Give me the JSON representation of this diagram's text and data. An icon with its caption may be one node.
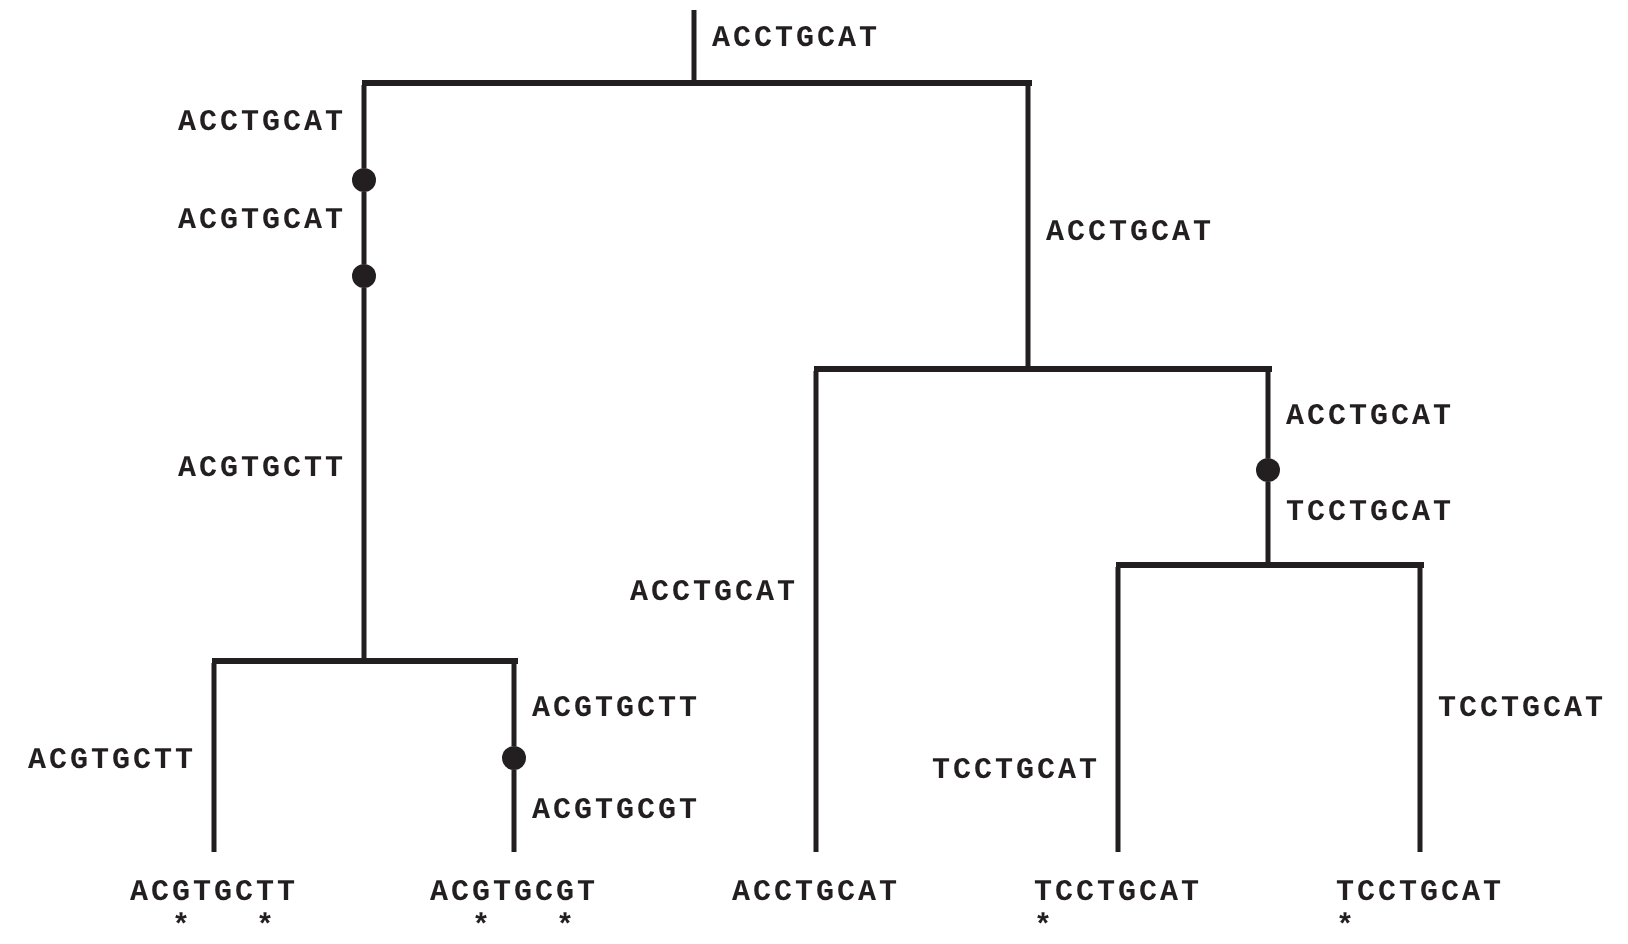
{
  "diagram": {
    "nodes": [
      {
        "text": [],
        "shape": "bar"
      },
      {
        "text": [],
        "shape": "circle"
      },
      {
        "text": [],
        "shape": "circle"
      },
      {
        "text": [],
        "shape": "bar"
      },
      {
        "text": [],
        "shape": "circle"
      },
      {
        "text": [],
        "shape": "bar"
      },
      {
        "text": [],
        "shape": "circle"
      },
      {
        "text": [],
        "shape": "bar"
      },
      {
        "text": [
          "ACGTGCTT"
        ],
        "beside": [
          "*",
          "*"
        ]
      },
      {
        "text": [
          "ACGTGCGT"
        ],
        "beside": [
          "*",
          "*"
        ]
      },
      {
        "text": [
          "ACCTGCAT"
        ]
      },
      {
        "text": [
          "TCCTGCAT"
        ],
        "beside": [
          "*"
        ]
      },
      {
        "text": [
          "TCCTGCAT"
        ],
        "beside": [
          "*"
        ]
      }
    ],
    "edges": [
      {
        "from": null,
        "to": 0,
        "arrow": "none",
        "label": "ACCTGCAT"
      },
      {
        "from": 0,
        "to": 1,
        "arrow": "none",
        "label": "ACCTGCAT"
      },
      {
        "from": 1,
        "to": 2,
        "arrow": "none",
        "label": "ACGTGCAT"
      },
      {
        "from": 2,
        "to": 5,
        "arrow": "none",
        "label": "ACGTGCTT"
      },
      {
        "from": 5,
        "to": 8,
        "arrow": "none",
        "label": "ACGTGCTT"
      },
      {
        "from": 5,
        "to": 6,
        "arrow": "none",
        "label": "ACGTGCTT"
      },
      {
        "from": 6,
        "to": 9,
        "arrow": "none",
        "label": "ACGTGCGT"
      },
      {
        "from": 0,
        "to": 3,
        "arrow": "none",
        "label": "ACCTGCAT"
      },
      {
        "from": 3,
        "to": 10,
        "arrow": "none",
        "label": "ACCTGCAT"
      },
      {
        "from": 3,
        "to": 4,
        "arrow": "none",
        "label": "ACCTGCAT"
      },
      {
        "from": 4,
        "to": 7,
        "arrow": "none",
        "label": "TCCTGCAT"
      },
      {
        "from": 7,
        "to": 11,
        "arrow": "none",
        "label": "TCCTGCAT"
      },
      {
        "from": 7,
        "to": 12,
        "arrow": "none",
        "label": "TCCTGCAT"
      }
    ]
  }
}
